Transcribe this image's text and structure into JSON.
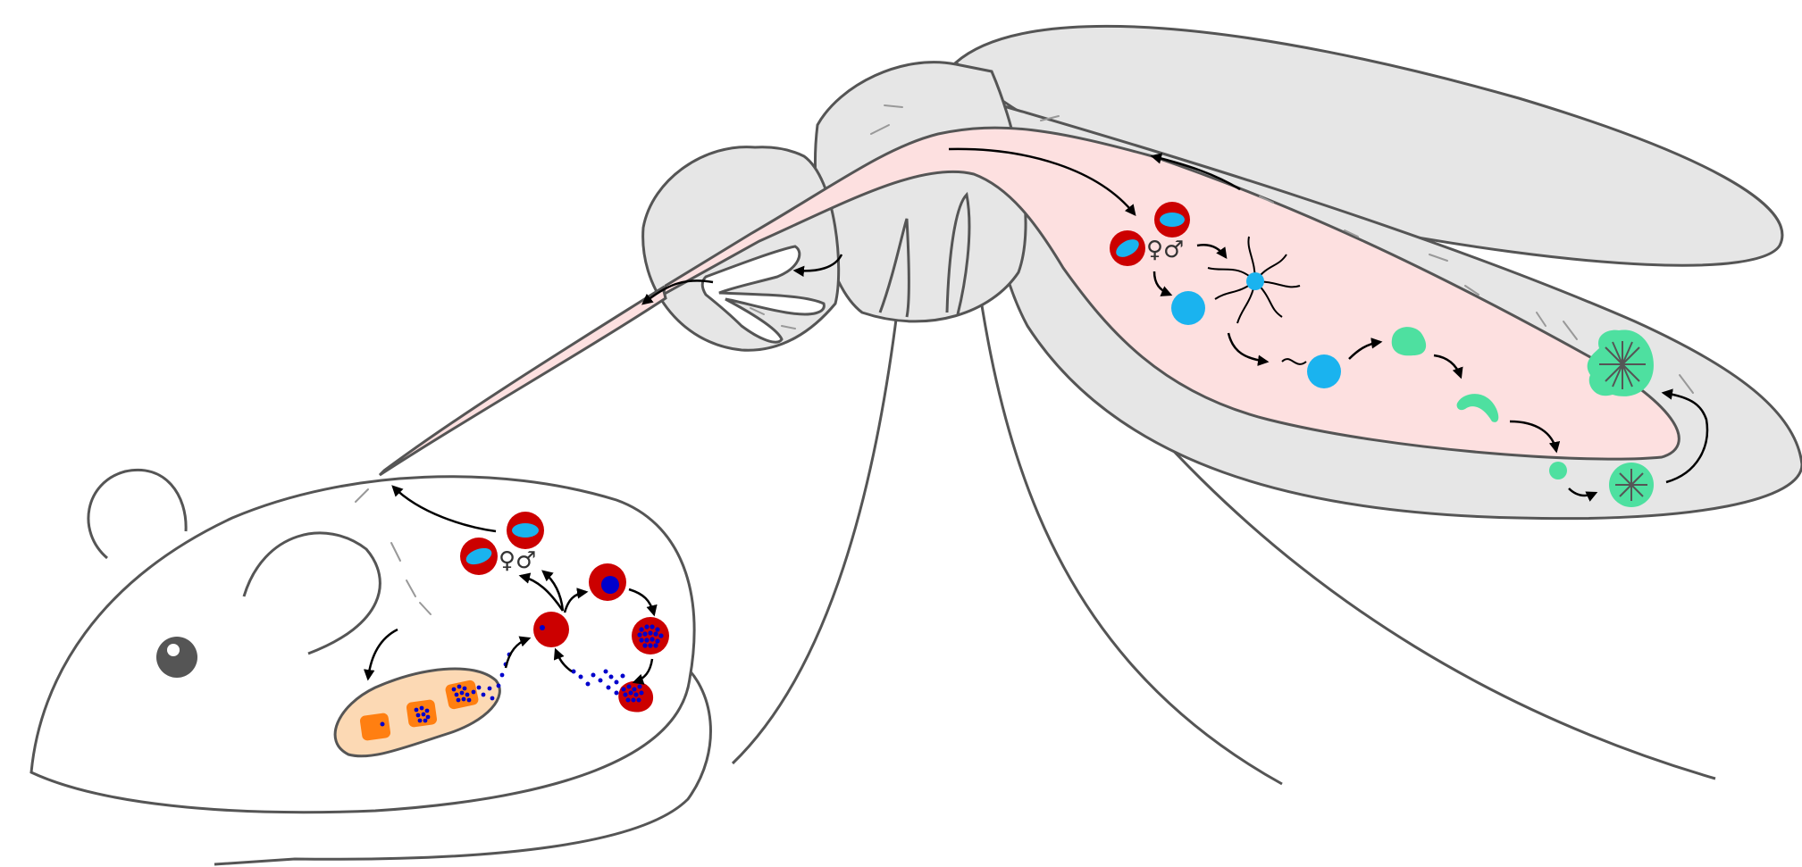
{
  "colors": {
    "outline": "#555555",
    "body_fill": "#e6e6e6",
    "gut_fill": "#fde0e0",
    "rbc": "#cc0000",
    "gametocyte": "#1ab3ef",
    "parasite_blue": "#0000cc",
    "sporogonic": "#4ee0a0",
    "liver": "#fcd9b4",
    "hepatocyte": "#ff7f11",
    "mouse_fill": "#ffffff"
  },
  "icons": [
    "mouse",
    "mosquito",
    "red-blood-cell",
    "gametocyte",
    "zygote",
    "ookinete",
    "oocyst",
    "sporozoite",
    "liver",
    "hepatocyte",
    "cycle-arrow"
  ],
  "symbols": {
    "sex_pair_mosquito": "♀♂",
    "sex_pair_mouse": "♀♂"
  }
}
